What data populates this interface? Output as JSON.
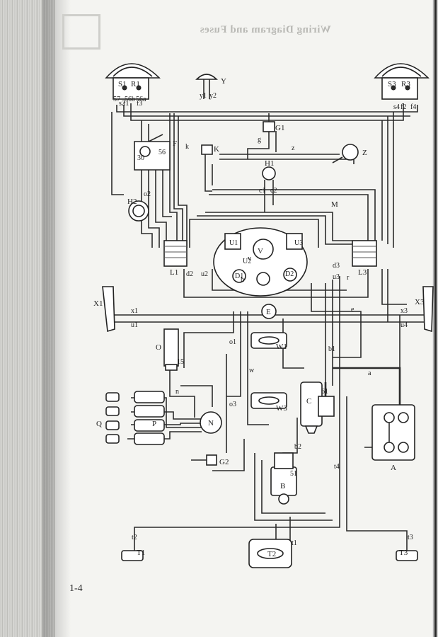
{
  "page": {
    "heading": "Wiring Diagram and Fuses",
    "number": "1-4"
  },
  "components": {
    "S1": "S1",
    "R1": "R1",
    "S3": "S3",
    "R3": "R3",
    "Y": "Y",
    "G1": "G1",
    "K": "K",
    "F": "F",
    "Z": "Z",
    "H1": "H1",
    "O2": "o2",
    "H2": "H2",
    "M": "M",
    "V": "V",
    "U1": "U1",
    "U2": "U2",
    "U3": "U3",
    "D1": "D1",
    "D2": "D2",
    "L1": "L1",
    "L3": "L3",
    "X1": "X1",
    "X3": "X3",
    "E": "E",
    "O": "O",
    "W1": "W1",
    "W3": "W3",
    "C": "C",
    "Q": "Q",
    "P": "P",
    "N": "N",
    "G2": "G2",
    "B": "B",
    "A": "A",
    "T1": "T1",
    "T2": "T2",
    "T3": "T3"
  },
  "wires": {
    "y1": "y1",
    "y2": "y2",
    "f1": "f1",
    "f2": "f2",
    "f3": "f3",
    "f4": "f4",
    "s2": "s2",
    "s4": "s4",
    "k": "k",
    "g": "g",
    "z": "z",
    "c1": "c1",
    "c2": "c2",
    "d2": "d2",
    "d3": "d3",
    "u2": "u2",
    "u3": "u3",
    "x1": "x1",
    "x3": "x3",
    "u1": "u1",
    "u4": "u4",
    "e": "e",
    "o1": "o1",
    "o3": "o3",
    "w": "w",
    "b1": "b1",
    "b2": "b2",
    "a": "a",
    "n": "n",
    "t1": "t1",
    "t2": "t2",
    "t3": "t3",
    "t4": "t4",
    "h": "h",
    "r": "r",
    "v": "v"
  },
  "terminals": {
    "t57": "57",
    "t56b": "56b",
    "t56a": "56a",
    "t56": "56",
    "t30": "30",
    "t15": "15",
    "t61": "61",
    "t51": "51"
  }
}
